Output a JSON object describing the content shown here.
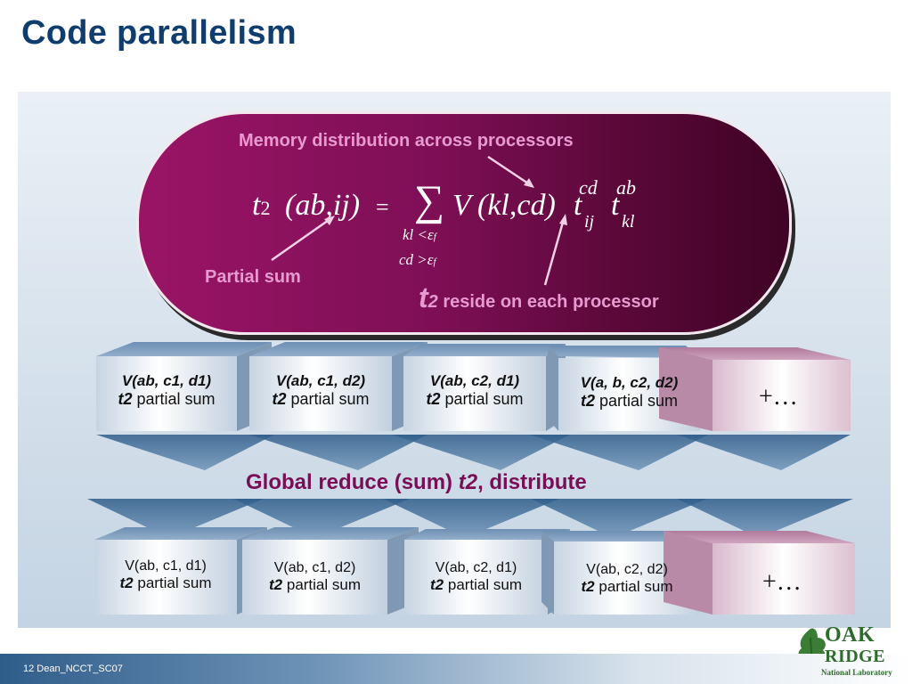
{
  "title": "Code parallelism",
  "pill": {
    "memory_label": "Memory distribution across processors",
    "partial_sum_label": "Partial sum",
    "t2_big": "t",
    "t2_sub": "2",
    "reside_label": "reside on each processor"
  },
  "equation": {
    "t": "t",
    "t_sub": "2",
    "args": "(ab,ij)",
    "equals": "=",
    "sigma": "∑",
    "V": "V",
    "v_args": "(kl,cd)",
    "t_ij": "t",
    "t_ij_sup": "cd",
    "t_ij_sub": "ij",
    "t_kl": "t",
    "t_kl_sup": "ab",
    "t_kl_sub": "kl",
    "cond1": "kl <ε",
    "cond1_sub": "f",
    "cond2": "cd >ε",
    "cond2_sub": "f"
  },
  "top_row": [
    {
      "line1": "V(ab, c1, d1)",
      "t2": "t2",
      "rest": "partial sum"
    },
    {
      "line1": "V(ab, c1, d2)",
      "t2": "t2",
      "rest": "partial sum"
    },
    {
      "line1": "V(ab, c2, d1)",
      "t2": "t2",
      "rest": "partial sum"
    },
    {
      "line1": "V(a, b, c2, d2)",
      "t2": "t2",
      "rest": "partial sum"
    }
  ],
  "top_plus": "+…",
  "reduce": {
    "before": "Global reduce (sum)",
    "t2": "t2",
    "after": ", distribute"
  },
  "bottom_row": [
    {
      "line1": "V(ab, c1, d1)",
      "t2": "t2",
      "rest": "partial sum"
    },
    {
      "line1": "V(ab, c1, d2)",
      "t2": "t2",
      "rest": "partial sum"
    },
    {
      "line1": "V(ab, c2, d1)",
      "t2": "t2",
      "rest": "partial sum"
    },
    {
      "line1": "V(ab, c2, d2)",
      "t2": "t2",
      "rest": "partial sum"
    }
  ],
  "bottom_plus": "+…",
  "footer": {
    "text": "12  Dean_NCCT_SC07"
  },
  "logo": {
    "oak": "OAK",
    "ridge": "RIDGE",
    "lab": "National Laboratory"
  }
}
